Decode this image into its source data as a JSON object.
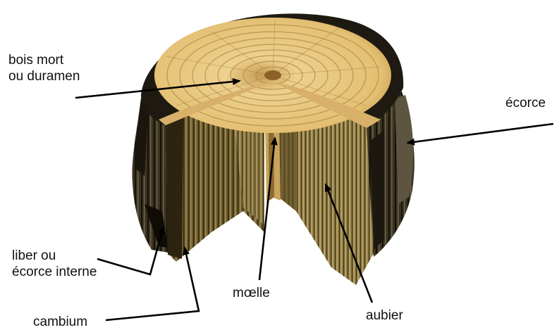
{
  "labels": {
    "bois_mort": "bois mort\nou duramen",
    "ecorce": "écorce",
    "liber": "liber ou\nécorce interne",
    "moelle": "mœlle",
    "aubier": "aubier",
    "cambium": "cambium"
  },
  "colors": {
    "heartwood": "#e8c27a",
    "sapwood": "#6b5a2c",
    "bark": "#2a2418",
    "pith": "#c9a45c",
    "rings": "#b08a45",
    "arrows": "#000000"
  }
}
